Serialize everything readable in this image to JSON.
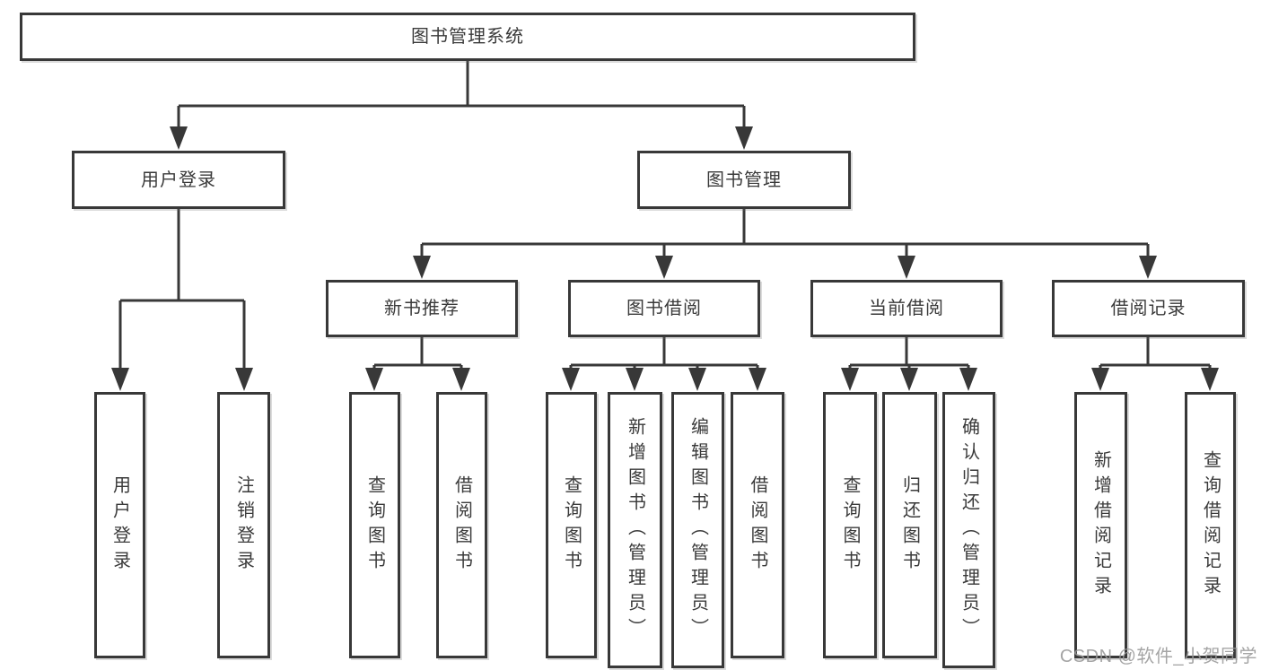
{
  "watermark": "CSDN @软件_小贺同学",
  "colors": {
    "line": "#383838",
    "text": "#3a3a3a",
    "box_background": "#ffffff",
    "watermark": "#989898"
  },
  "tree": {
    "root": "图书管理系统",
    "branches": [
      {
        "label": "用户登录",
        "children": [
          "用户登录",
          "注销登录"
        ]
      },
      {
        "label": "图书管理",
        "children": [
          {
            "label": "新书推荐",
            "children": [
              "查询图书",
              "借阅图书"
            ]
          },
          {
            "label": "图书借阅",
            "children": [
              "查询图书",
              "新增图书（管理员）",
              "编辑图书（管理员）",
              "借阅图书"
            ]
          },
          {
            "label": "当前借阅",
            "children": [
              "查询图书",
              "归还图书",
              "确认归还（管理员）"
            ]
          },
          {
            "label": "借阅记录",
            "children": [
              "新增借阅记录",
              "查询借阅记录"
            ]
          }
        ]
      }
    ]
  }
}
